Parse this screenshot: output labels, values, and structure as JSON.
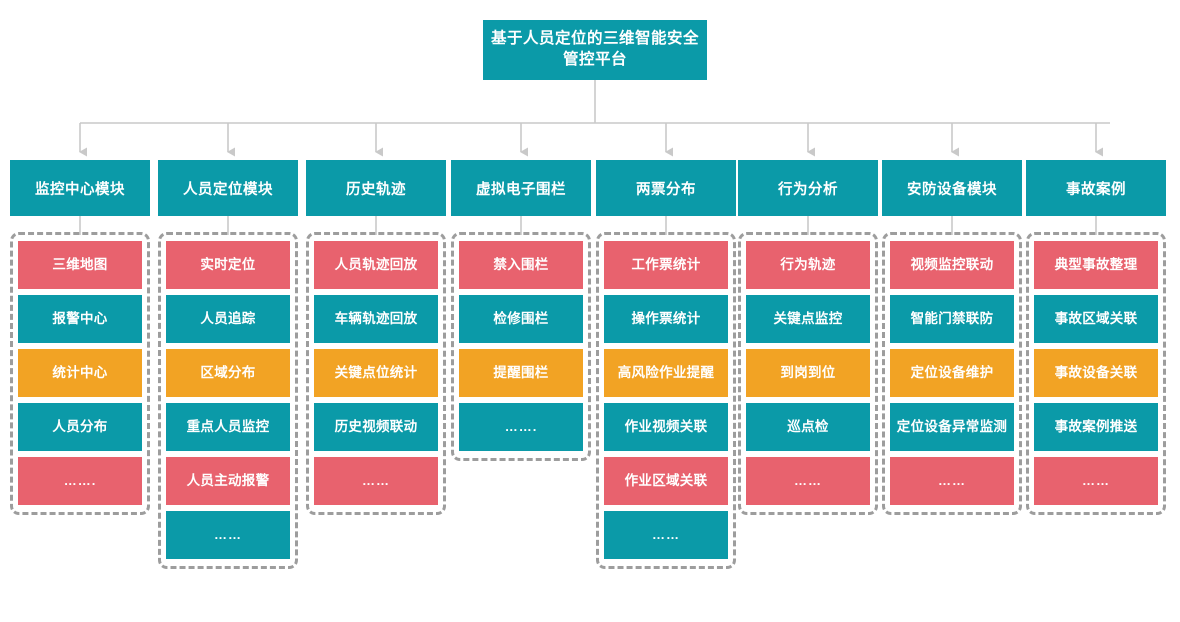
{
  "colors": {
    "teal": "#0b9aa8",
    "red": "#e8626e",
    "orange": "#f2a324",
    "connector": "#c9c9c9",
    "dashed_border": "#9d9d9d"
  },
  "title": "基于人员定位的三维智能安全管控平台",
  "columns": [
    {
      "header": "监控中心模块",
      "items": [
        {
          "label": "三维地图",
          "color": "red"
        },
        {
          "label": "报警中心",
          "color": "teal"
        },
        {
          "label": "统计中心",
          "color": "orange"
        },
        {
          "label": "人员分布",
          "color": "teal"
        },
        {
          "label": "…….",
          "color": "red"
        }
      ]
    },
    {
      "header": "人员定位模块",
      "items": [
        {
          "label": "实时定位",
          "color": "red"
        },
        {
          "label": "人员追踪",
          "color": "teal"
        },
        {
          "label": "区域分布",
          "color": "orange"
        },
        {
          "label": "重点人员监控",
          "color": "teal"
        },
        {
          "label": "人员主动报警",
          "color": "red"
        },
        {
          "label": "……",
          "color": "teal"
        }
      ]
    },
    {
      "header": "历史轨迹",
      "items": [
        {
          "label": "人员轨迹回放",
          "color": "red"
        },
        {
          "label": "车辆轨迹回放",
          "color": "teal"
        },
        {
          "label": "关键点位统计",
          "color": "orange"
        },
        {
          "label": "历史视频联动",
          "color": "teal"
        },
        {
          "label": "……",
          "color": "red"
        }
      ]
    },
    {
      "header": "虚拟电子围栏",
      "items": [
        {
          "label": "禁入围栏",
          "color": "red"
        },
        {
          "label": "检修围栏",
          "color": "teal"
        },
        {
          "label": "提醒围栏",
          "color": "orange"
        },
        {
          "label": "…….",
          "color": "teal"
        }
      ]
    },
    {
      "header": "两票分布",
      "items": [
        {
          "label": "工作票统计",
          "color": "red"
        },
        {
          "label": "操作票统计",
          "color": "teal"
        },
        {
          "label": "高风险作业提醒",
          "color": "orange"
        },
        {
          "label": "作业视频关联",
          "color": "teal"
        },
        {
          "label": "作业区域关联",
          "color": "red"
        },
        {
          "label": "……",
          "color": "teal"
        }
      ]
    },
    {
      "header": "行为分析",
      "items": [
        {
          "label": "行为轨迹",
          "color": "red"
        },
        {
          "label": "关键点监控",
          "color": "teal"
        },
        {
          "label": "到岗到位",
          "color": "orange"
        },
        {
          "label": "巡点检",
          "color": "teal"
        },
        {
          "label": "……",
          "color": "red"
        }
      ]
    },
    {
      "header": "安防设备模块",
      "items": [
        {
          "label": "视频监控联动",
          "color": "red"
        },
        {
          "label": "智能门禁联防",
          "color": "teal"
        },
        {
          "label": "定位设备维护",
          "color": "orange"
        },
        {
          "label": "定位设备异常监测",
          "color": "teal"
        },
        {
          "label": "……",
          "color": "red"
        }
      ]
    },
    {
      "header": "事故案例",
      "items": [
        {
          "label": "典型事故整理",
          "color": "red"
        },
        {
          "label": "事故区域关联",
          "color": "teal"
        },
        {
          "label": "事故设备关联",
          "color": "orange"
        },
        {
          "label": "事故案例推送",
          "color": "teal"
        },
        {
          "label": "……",
          "color": "red"
        }
      ]
    }
  ]
}
